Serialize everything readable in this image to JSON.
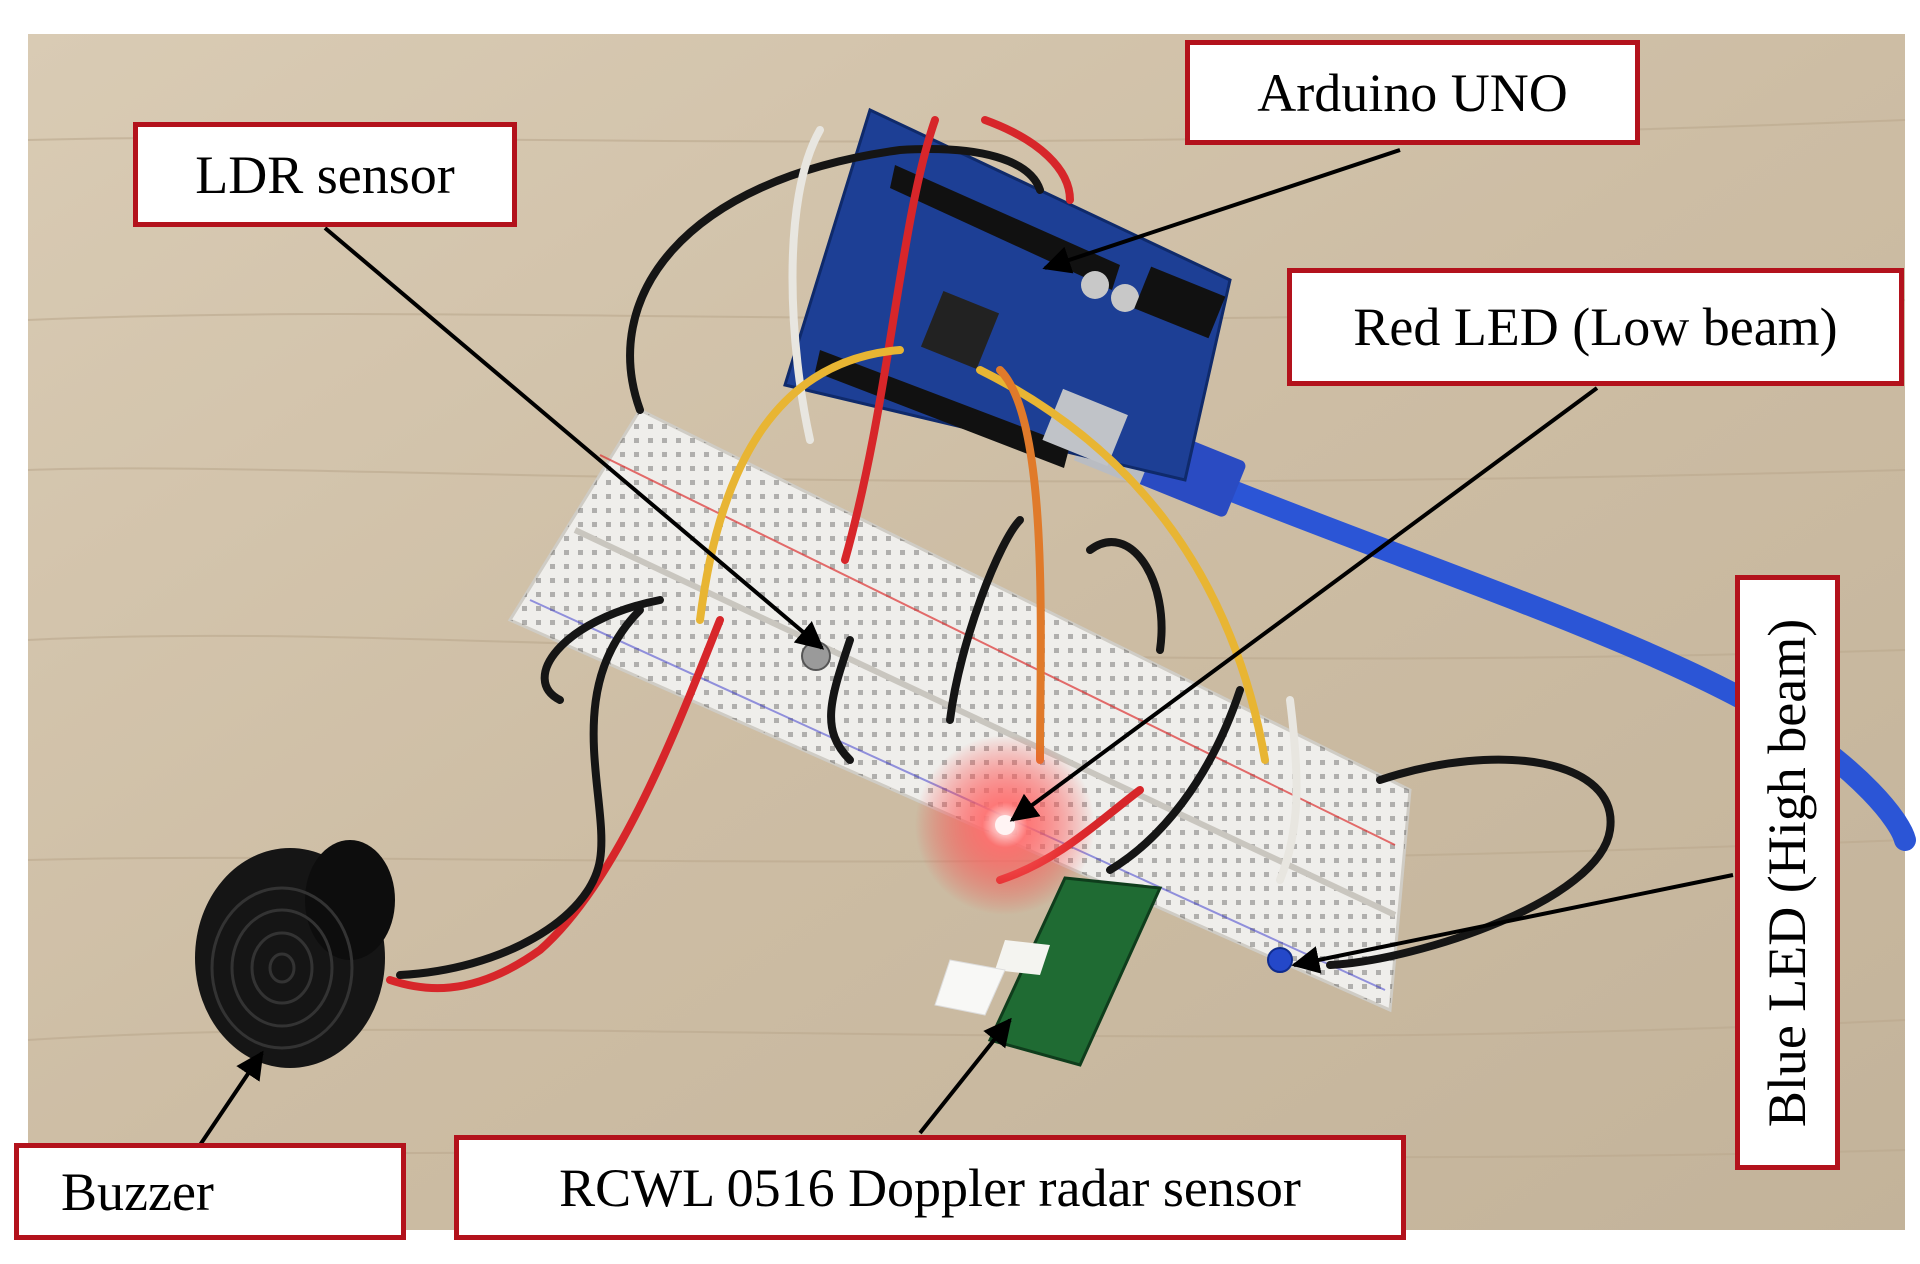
{
  "labels": {
    "arduino": "Arduino UNO",
    "ldr": "LDR sensor",
    "red_led": "Red LED (Low beam)",
    "blue_led": "Blue LED (High beam)",
    "buzzer": "Buzzer",
    "radar": "RCWL 0516 Doppler radar sensor"
  },
  "colors": {
    "label_border": "#b3121c",
    "background_wood": "#cdbda4",
    "breadboard": "#efeeeb",
    "arduino_board": "#1d3f95",
    "usb_cable": "#2b55d6",
    "radar_pcb": "#1f6b33",
    "buzzer": "#151515",
    "wire_red": "#d7262a",
    "wire_black": "#151515",
    "wire_yellow": "#e8b533",
    "wire_white": "#e8e6e0",
    "wire_orange": "#e07a2a",
    "led_red_glow": "#ff3b3b",
    "led_blue": "#2448c9",
    "arrow": "#000000"
  }
}
